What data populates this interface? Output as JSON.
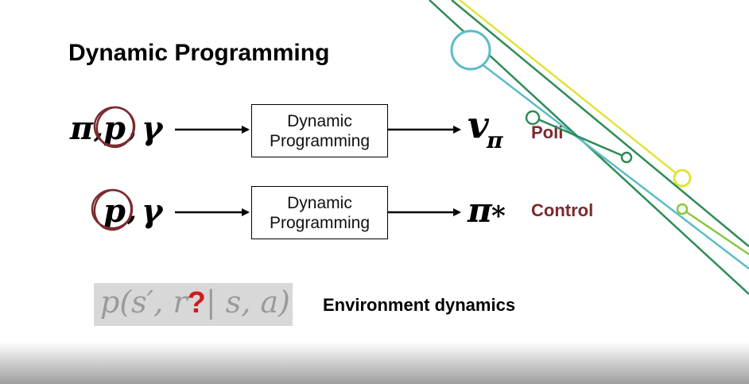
{
  "slide": {
    "title": "Dynamic Programming",
    "row1": {
      "inputs": [
        "π",
        "p",
        "γ"
      ],
      "box_line1": "Dynamic",
      "box_line2": "Programming",
      "output": "v",
      "output_sub": "π",
      "label": "Policy evaluation",
      "label_visible": "Poli"
    },
    "row2": {
      "inputs": [
        "p",
        "γ"
      ],
      "box_line1": "Dynamic",
      "box_line2": "Programming",
      "output": "π",
      "output_sub": "*",
      "label": "Control"
    },
    "environment": {
      "expr_before": "p(s′, r",
      "expr_q": "?",
      "expr_after": "| s, a)",
      "label": "Environment dynamics"
    },
    "colors": {
      "accent_red": "#7a2a2e",
      "circle_ring": "#7a2a2e",
      "question_mark": "#d01c1c",
      "line_green": "#2e8b57",
      "line_teal": "#5bbcc8",
      "line_yellow": "#e2e23a",
      "line_lime": "#8cc63f"
    }
  }
}
